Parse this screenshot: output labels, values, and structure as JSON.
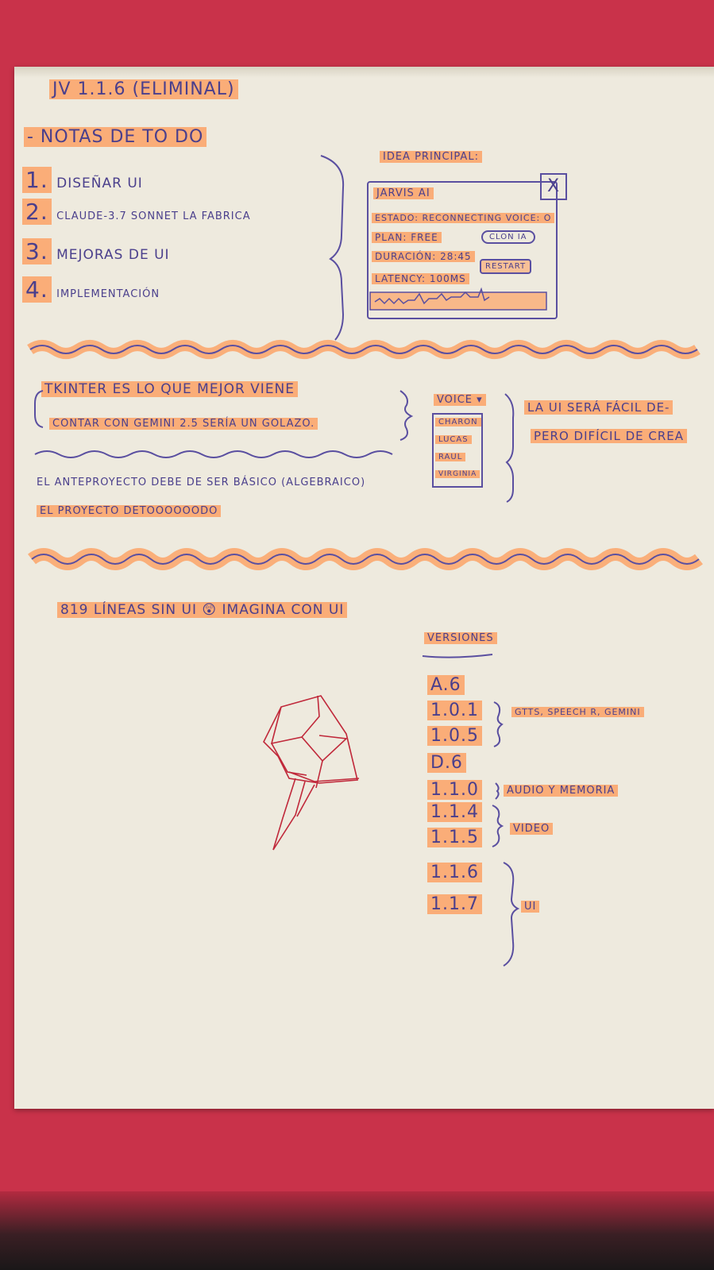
{
  "title": "JV 1.1.6 (ELIMINAL)",
  "notes": {
    "heading": "- NOTAS DE TO DO",
    "items": [
      {
        "num": "1.",
        "text": "DISEÑAR UI"
      },
      {
        "num": "2.",
        "text": "CLAUDE-3.7 SONNET LA FABRICA"
      },
      {
        "num": "3.",
        "text": "MEJORAS DE UI"
      },
      {
        "num": "4.",
        "text": "IMPLEMENTACIÓN"
      }
    ]
  },
  "idea": {
    "label": "IDEA PRINCIPAL:",
    "window_title": "JARVIS AI",
    "close": "X",
    "estado": "ESTADO: RECONNECTING VOICE: O",
    "plan": "PLAN: FREE",
    "clon_button": "CLON IA",
    "duracion": "DURACIÓN: 28:45",
    "reset_button": "RESTART",
    "latency": "LATENCY: 100MS"
  },
  "tkinter": {
    "line1": "TKINTER ES LO QUE MEJOR VIENE",
    "line2": "CONTAR CON GEMINI 2.5 SERÍA UN GOLAZO."
  },
  "voice": {
    "label": "VOICE ▾",
    "options": [
      "CHARON",
      "LUCAS",
      "RAUL",
      "VIRGINIA"
    ]
  },
  "ui_note": {
    "line1": "LA UI SERÁ FÁCIL DE-",
    "line2": "PERO DIFÍCIL DE CREA"
  },
  "proyecto": {
    "line1": "EL ANTEPROYECTO DEBE DE SER BÁSICO (ALGEBRAICO)",
    "line2": "EL PROYECTO DETOOOOOODO"
  },
  "lines_note": "819 LÍNEAS SIN UI 😲 IMAGINA CON UI",
  "versions": {
    "heading": "VERSIONES",
    "list": [
      "A.6",
      "1.0.1",
      "1.0.5",
      "D.6",
      "1.1.0",
      "1.1.4",
      "1.1.5",
      "1.1.6",
      "1.1.7"
    ],
    "group_notes": {
      "first": "GTTS, SPEECH R, GEMINI",
      "second": "AUDIO Y MEMORIA",
      "third": "VIDEO",
      "fourth": "UI"
    }
  },
  "colors": {
    "ink": "#4a3f8c",
    "highlighter": "#ff9650",
    "paper": "#eeeade",
    "background": "#c9324a",
    "sketch": "#c0283a"
  }
}
